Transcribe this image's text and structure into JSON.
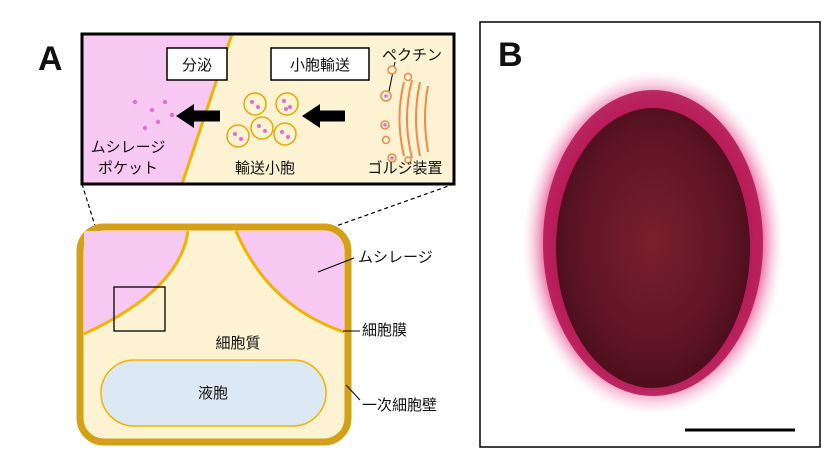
{
  "panels": {
    "a": "A",
    "b": "B"
  },
  "inset": {
    "secretion_label": "分泌",
    "transport_label": "小胞輸送",
    "pectin_label": "ペクチン",
    "pocket_label_line1": "ムシレージ",
    "pocket_label_line2": "ポケット",
    "vesicle_label": "輸送小胞",
    "golgi_label": "ゴルジ装置"
  },
  "cell": {
    "mucilage_label": "ムシレージ",
    "membrane_label": "細胞膜",
    "cytoplasm_label": "細胞質",
    "vacuole_label": "液胞",
    "wall_label": "一次細胞壁"
  },
  "colors": {
    "mucilage": "#f7c8f2",
    "cytoplasm": "#fdf2d2",
    "wall": "#d4a017",
    "membrane": "#f0b400",
    "vacuole": "#dce8f4",
    "pectin_dot": "#e070d0",
    "stain": "#c2185b"
  }
}
